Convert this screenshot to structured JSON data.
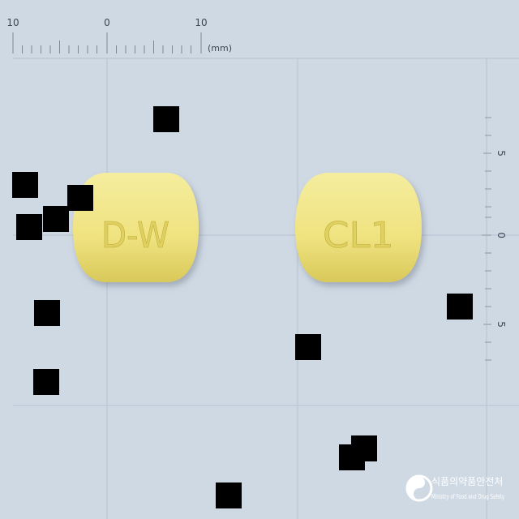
{
  "ruler_top": {
    "labels": [
      "10",
      "0",
      "10"
    ],
    "unit": "(mm)"
  },
  "ruler_right": {
    "labels": [
      "5",
      "0",
      "5"
    ]
  },
  "pills": [
    {
      "imprint": "D-W",
      "color": "#f0e68a"
    },
    {
      "imprint": "CL1",
      "color": "#f0e68a"
    }
  ],
  "logo": {
    "korean": "식품의약품안전처",
    "english": "Ministry of Food and Drug Safety"
  },
  "colors": {
    "background": "#cfd9e4",
    "grid": "#b9c6d4",
    "pill": "#f0e68a",
    "redaction": "#000000"
  }
}
